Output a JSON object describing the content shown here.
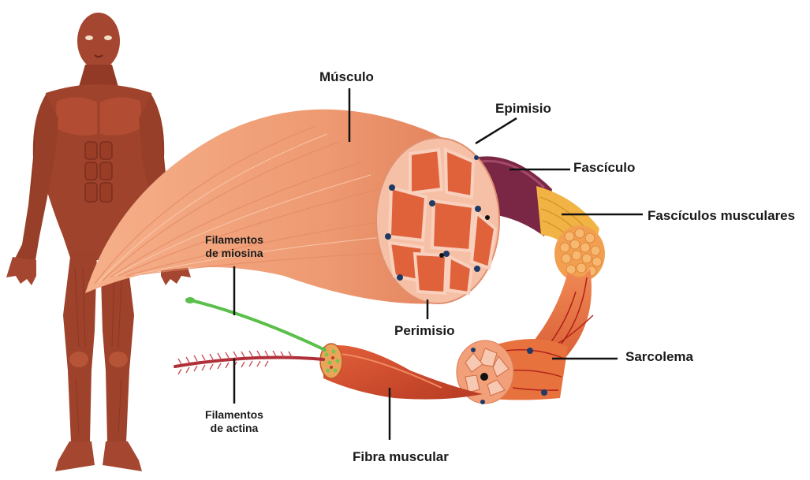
{
  "labels": {
    "musculo": "Músculo",
    "epimisio": "Epimisio",
    "fasciculo": "Fascículo",
    "fasciculos_musculares": "Fascículos musculares",
    "perimisio": "Perimisio",
    "sarcolema": "Sarcolema",
    "fibra_muscular": "Fibra muscular",
    "filamentos_miosina_1": "Filamentos",
    "filamentos_miosina_2": "de miosina",
    "filamentos_actina_1": "Filamentos",
    "filamentos_actina_2": "de actina"
  },
  "colors": {
    "body_muscle": "#a0432c",
    "body_dark": "#7a2e1e",
    "muscle_light": "#f4a27c",
    "muscle_mid": "#e8845c",
    "fascicle_core": "#d9522a",
    "epimysium_purple": "#7a2746",
    "fascicle_yellow": "#f1b343",
    "fiber_red": "#c8472a",
    "myosin_green": "#5bbf4b",
    "actin_red": "#b0303a",
    "dot_blue": "#1f3a66",
    "leader_line": "#111111"
  }
}
